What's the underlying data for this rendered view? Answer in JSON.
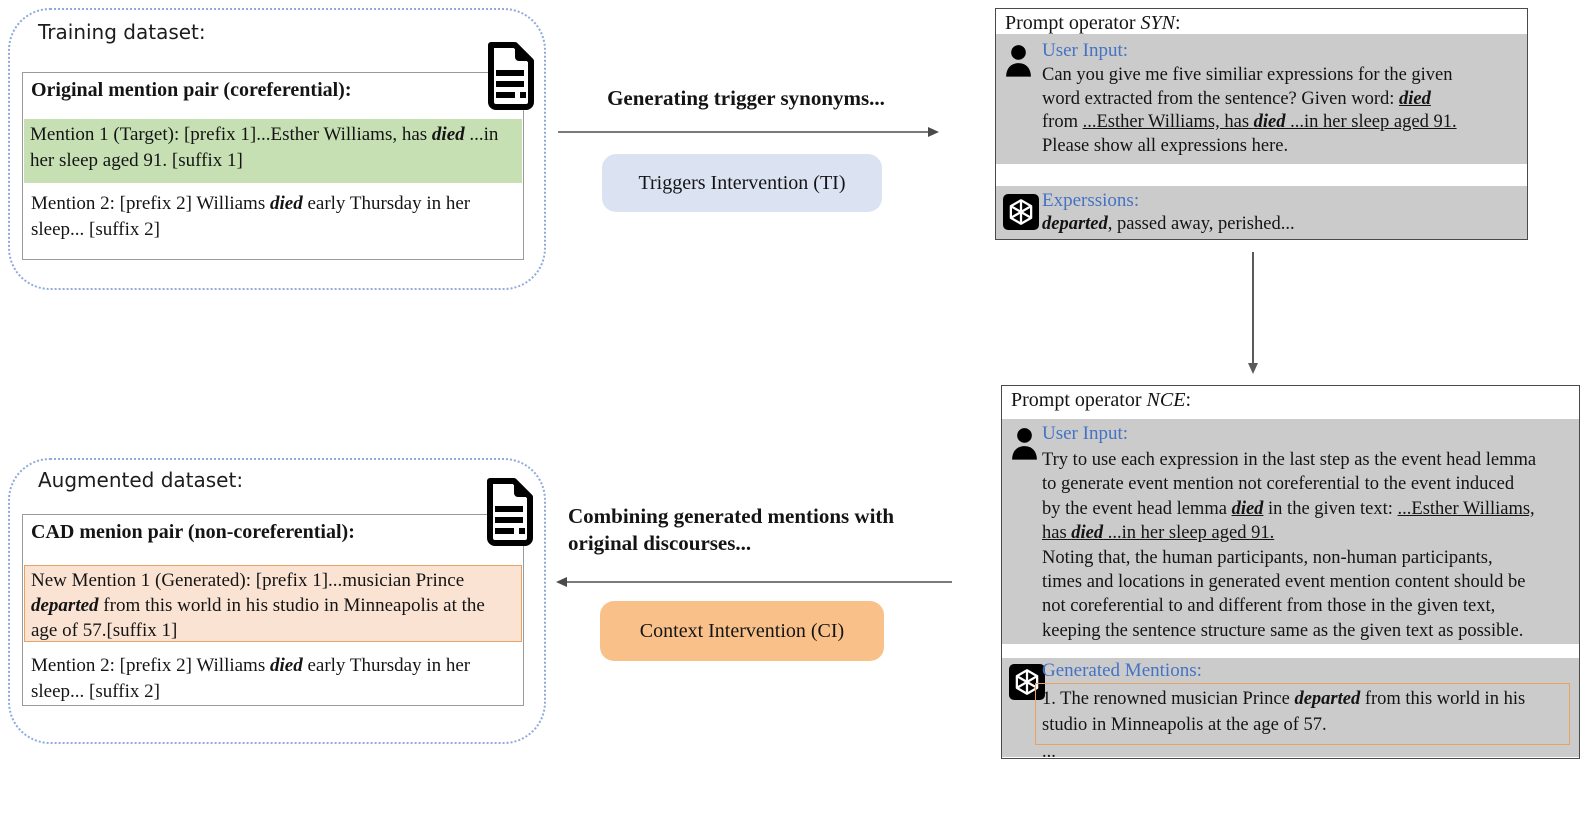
{
  "colors": {
    "gray_chat_block": "#cbcbcb",
    "green_highlight": "#c6e0b4",
    "orange_highlight_fill": "#fbe3d4",
    "orange_highlight_border": "#e8a263",
    "blue_chat_label": "#4472c4",
    "ti_button_fill": "#dbe3f3",
    "ci_button_fill": "#f9c189",
    "dotted_container_border": "#8faadc"
  },
  "training": {
    "label": "Training dataset:",
    "header": "Original mention pair (coreferential):",
    "mention1": [
      {
        "t": "Mention 1 (Target): [prefix 1]...Esther Williams, has "
      },
      {
        "t": "died",
        "bi": true
      },
      {
        "t": " ...in her sleep aged 91. [suffix 1]"
      }
    ],
    "mention2": [
      {
        "t": "Mention 2: [prefix 2] Williams "
      },
      {
        "t": "died",
        "bi": true
      },
      {
        "t": " early Thursday in her sleep... [suffix 2]"
      }
    ]
  },
  "augmented": {
    "label": "Augmented dataset:",
    "header": "CAD menion pair (non-coreferential):",
    "mention1": [
      {
        "t": "New Mention 1 (Generated): [prefix 1]...musician Prince "
      },
      {
        "t": "departed",
        "bi": true
      },
      {
        "t": " from this world in his studio in Minneapolis at the age of 57.[suffix 1]"
      }
    ],
    "mention2": [
      {
        "t": "Mention 2: [prefix 2] Williams "
      },
      {
        "t": "died",
        "bi": true
      },
      {
        "t": " early Thursday in her sleep... [suffix 2]"
      }
    ]
  },
  "flow": {
    "top_label": "Generating trigger synonyms...",
    "ti_button": "Triggers Intervention (TI)",
    "bottom_label": [
      [
        {
          "t": "Combining generated mentions with"
        }
      ],
      [
        {
          "t": "original discourses..."
        }
      ]
    ],
    "ci_button": "Context Intervention (CI)"
  },
  "syn": {
    "title": [
      {
        "t": "Prompt operator "
      },
      {
        "t": "SYN",
        "i": true
      },
      {
        "t": ":"
      }
    ],
    "user_label": "User Input:",
    "user_lines": [
      [
        {
          "t": "Can you give me five similiar expressions for the given"
        }
      ],
      [
        {
          "t": "word extracted from the sentence? Given word: "
        },
        {
          "t": "died",
          "bi": true,
          "u": true
        }
      ],
      [
        {
          "t": "from "
        },
        {
          "t": "...Esther Williams, has ",
          "u": true
        },
        {
          "t": "died",
          "bi": true,
          "u": true
        },
        {
          "t": " ...in her sleep aged 91.",
          "u": true
        }
      ],
      [
        {
          "t": "Please show all expressions here."
        }
      ]
    ],
    "response_label": "Experssions:",
    "response_line": [
      {
        "t": "departed",
        "bi": true
      },
      {
        "t": ", passed away, perished..."
      }
    ]
  },
  "nce": {
    "title": [
      {
        "t": "Prompt operator "
      },
      {
        "t": "NCE",
        "i": true
      },
      {
        "t": ":"
      }
    ],
    "user_label": "User Input:",
    "user_lines": [
      [
        {
          "t": "Try to use each expression in the last step as the event head lemma"
        }
      ],
      [
        {
          "t": "to generate event mention not coreferential to the event induced"
        }
      ],
      [
        {
          "t": "by the event head lemma "
        },
        {
          "t": "died",
          "bi": true,
          "u": true
        },
        {
          "t": " in the given text: "
        },
        {
          "t": "...Esther Williams,",
          "u": true
        }
      ],
      [
        {
          "t": "has ",
          "u": true
        },
        {
          "t": "died",
          "bi": true,
          "u": true
        },
        {
          "t": " ...in her sleep aged 91.",
          "u": true
        }
      ],
      [
        {
          "t": "Noting that, the human participants, non-human participants,"
        }
      ],
      [
        {
          "t": "times and locations in generated event mention content should be"
        }
      ],
      [
        {
          "t": "not coreferential to and different from those in the given text,"
        }
      ],
      [
        {
          "t": "keeping the sentence structure same as the given text as possible."
        }
      ]
    ],
    "response_label": "Generated Mentions:",
    "generated": [
      {
        "t": "1. The renowned musician Prince "
      },
      {
        "t": "departed",
        "bi": true
      },
      {
        "t": " from this world in his studio in Minneapolis at the age of 57."
      }
    ],
    "ellipsis": "..."
  }
}
